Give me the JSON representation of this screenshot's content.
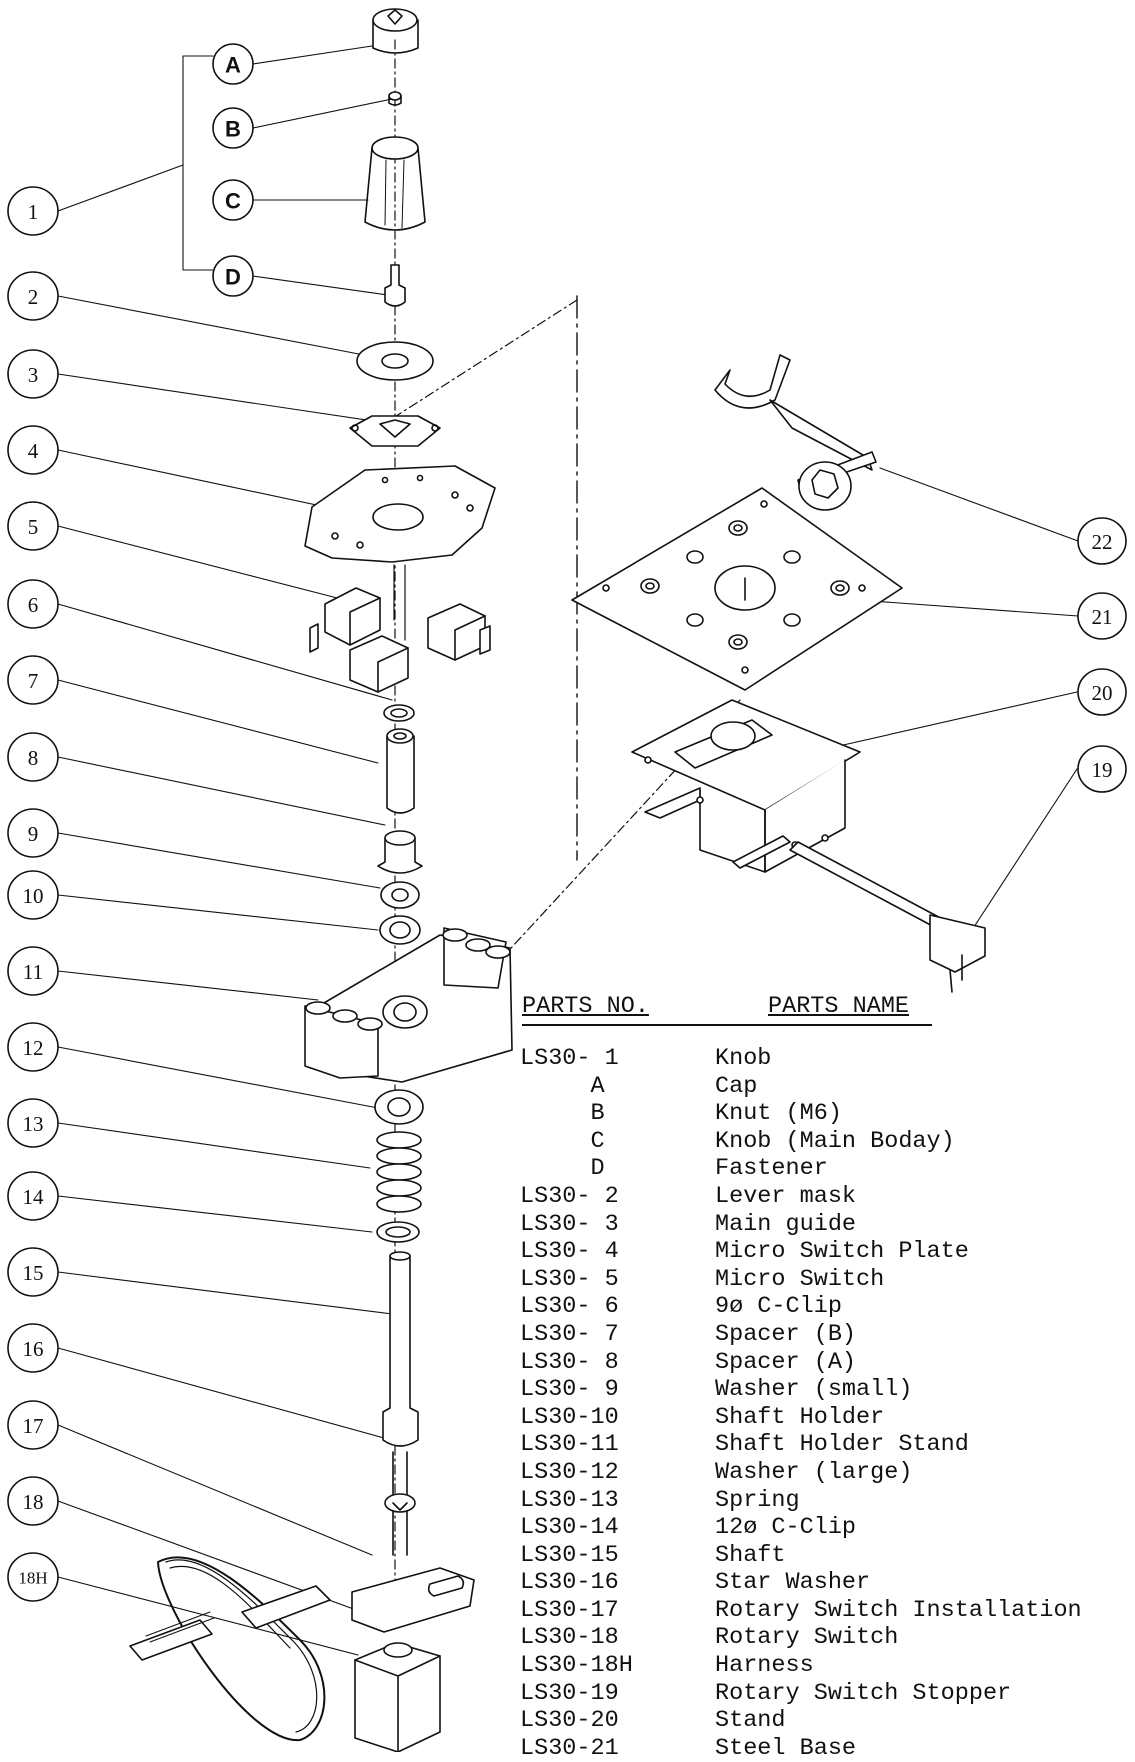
{
  "callouts": {
    "n1": "1",
    "n2": "2",
    "n3": "3",
    "n4": "4",
    "n5": "5",
    "n6": "6",
    "n7": "7",
    "n8": "8",
    "n9": "9",
    "n10": "10",
    "n11": "11",
    "n12": "12",
    "n13": "13",
    "n14": "14",
    "n15": "15",
    "n16": "16",
    "n17": "17",
    "n18": "18",
    "n18h": "18H",
    "n19": "19",
    "n20": "20",
    "n21": "21",
    "n22": "22",
    "lA": "A",
    "lB": "B",
    "lC": "C",
    "lD": "D"
  },
  "parts_table": {
    "header_no": "PARTS NO.",
    "header_name": "PARTS NAME",
    "rows": [
      {
        "no": "LS30- 1",
        "name": "Knob"
      },
      {
        "no": "     A",
        "name": "Cap"
      },
      {
        "no": "     B",
        "name": "Knut (M6)"
      },
      {
        "no": "     C",
        "name": "Knob (Main Boday)"
      },
      {
        "no": "     D",
        "name": "Fastener"
      },
      {
        "no": "LS30- 2",
        "name": "Lever mask"
      },
      {
        "no": "LS30- 3",
        "name": "Main guide"
      },
      {
        "no": "LS30- 4",
        "name": "Micro Switch Plate"
      },
      {
        "no": "LS30- 5",
        "name": "Micro Switch"
      },
      {
        "no": "LS30- 6",
        "name": "9ø C-Clip"
      },
      {
        "no": "LS30- 7",
        "name": "Spacer (B)"
      },
      {
        "no": "LS30- 8",
        "name": "Spacer (A)"
      },
      {
        "no": "LS30- 9",
        "name": "Washer (small)"
      },
      {
        "no": "LS30-10",
        "name": "Shaft Holder"
      },
      {
        "no": "LS30-11",
        "name": "Shaft Holder Stand"
      },
      {
        "no": "LS30-12",
        "name": "Washer (large)"
      },
      {
        "no": "LS30-13",
        "name": "Spring"
      },
      {
        "no": "LS30-14",
        "name": "12ø C-Clip"
      },
      {
        "no": "LS30-15",
        "name": "Shaft"
      },
      {
        "no": "LS30-16",
        "name": "Star Washer"
      },
      {
        "no": "LS30-17",
        "name": "Rotary Switch Installation"
      },
      {
        "no": "LS30-18",
        "name": "Rotary Switch"
      },
      {
        "no": "LS30-18H",
        "name": "Harness"
      },
      {
        "no": "LS30-19",
        "name": "Rotary Switch Stopper"
      },
      {
        "no": "LS30-20",
        "name": "Stand"
      },
      {
        "no": "LS30-21",
        "name": "Steel Base"
      }
    ]
  }
}
